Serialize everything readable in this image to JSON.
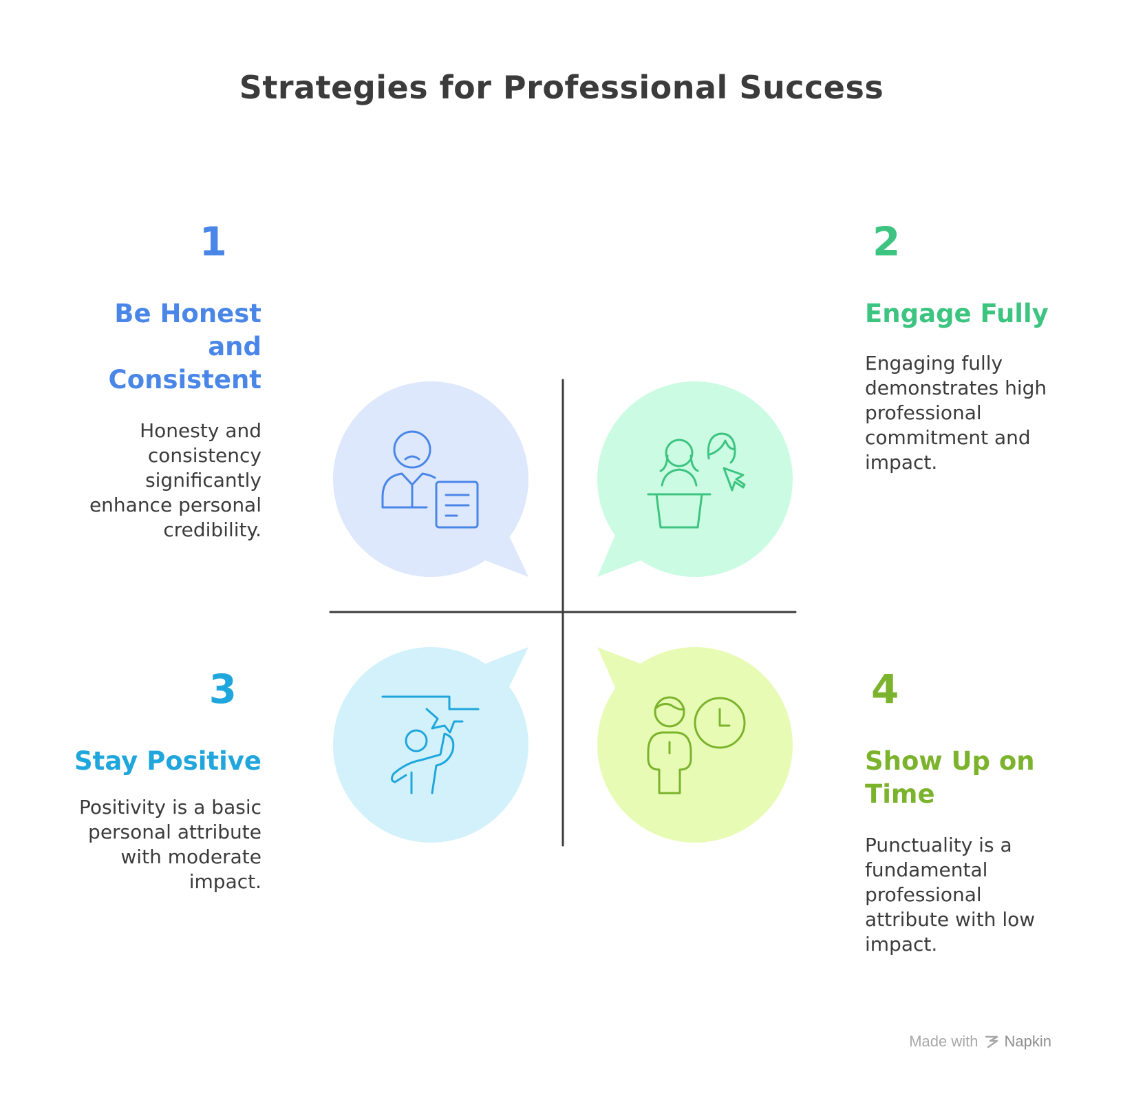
{
  "title": "Strategies for Professional Success",
  "quadrants": [
    {
      "number": "1",
      "heading_lines": [
        "Be Honest",
        "and",
        "Consistent"
      ],
      "description_lines": [
        "Honesty and",
        "consistency",
        "significantly",
        "enhance personal",
        "credibility."
      ],
      "color": "#4a86e8",
      "bubble_color": "#dde8fc",
      "icon": "person-document-icon"
    },
    {
      "number": "2",
      "heading_lines": [
        "Engage Fully"
      ],
      "description_lines": [
        "Engaging fully",
        "demonstrates high",
        "professional",
        "commitment and",
        "impact."
      ],
      "color": "#3cc480",
      "bubble_color": "#ccfbe3",
      "icon": "presenter-podium-icon"
    },
    {
      "number": "3",
      "heading_lines": [
        "Stay Positive"
      ],
      "description_lines": [
        "Positivity is a basic",
        "personal attribute",
        "with moderate",
        "impact."
      ],
      "color": "#1fa6dc",
      "bubble_color": "#d2f1fb",
      "icon": "person-reaching-icon"
    },
    {
      "number": "4",
      "heading_lines": [
        "Show Up on",
        "Time"
      ],
      "description_lines": [
        "Punctuality is a",
        "fundamental",
        "professional",
        "attribute with low",
        "impact."
      ],
      "color": "#7cb32d",
      "bubble_color": "#e8fbb5",
      "icon": "person-clock-icon"
    }
  ],
  "footer": {
    "made_with": "Made with",
    "brand": "Napkin"
  }
}
